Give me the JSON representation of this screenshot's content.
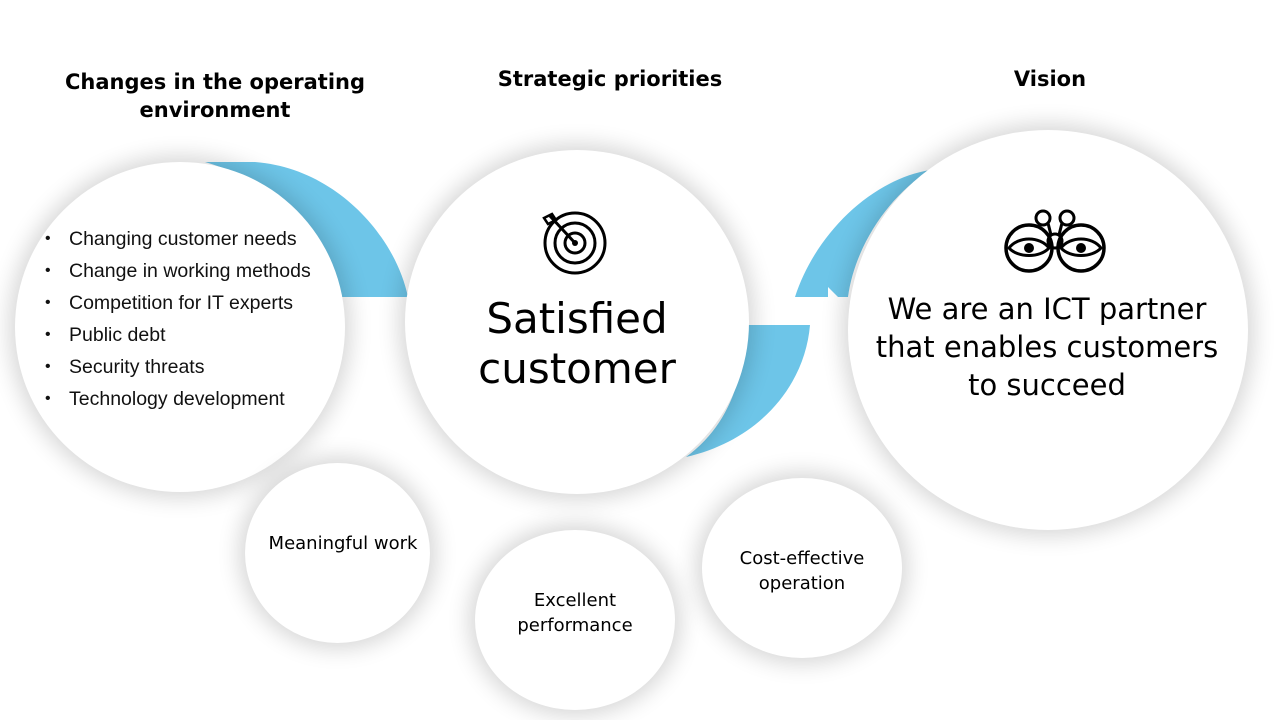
{
  "headings": {
    "changes": "Changes in the operating environment",
    "priorities": "Strategic priorities",
    "vision": "Vision"
  },
  "changes_list": [
    "Changing customer needs",
    "Change in working methods",
    "Competition  for IT experts",
    "Public debt",
    "Security threats",
    "Technology development"
  ],
  "center": {
    "text": "Satisfied customer",
    "icon": "target-icon"
  },
  "vision": {
    "text": "We are an ICT partner that enables customers to succeed",
    "icon": "binoculars-icon"
  },
  "priorities": [
    {
      "id": "meaningful",
      "text": "Meaningful  work"
    },
    {
      "id": "excellent",
      "text": "Excellent performance"
    },
    {
      "id": "cost",
      "text": "Cost-effective operation"
    }
  ],
  "colors": {
    "accent_blue": "#6dc5e8",
    "circle_fill": "#ffffff",
    "text": "#000000"
  }
}
